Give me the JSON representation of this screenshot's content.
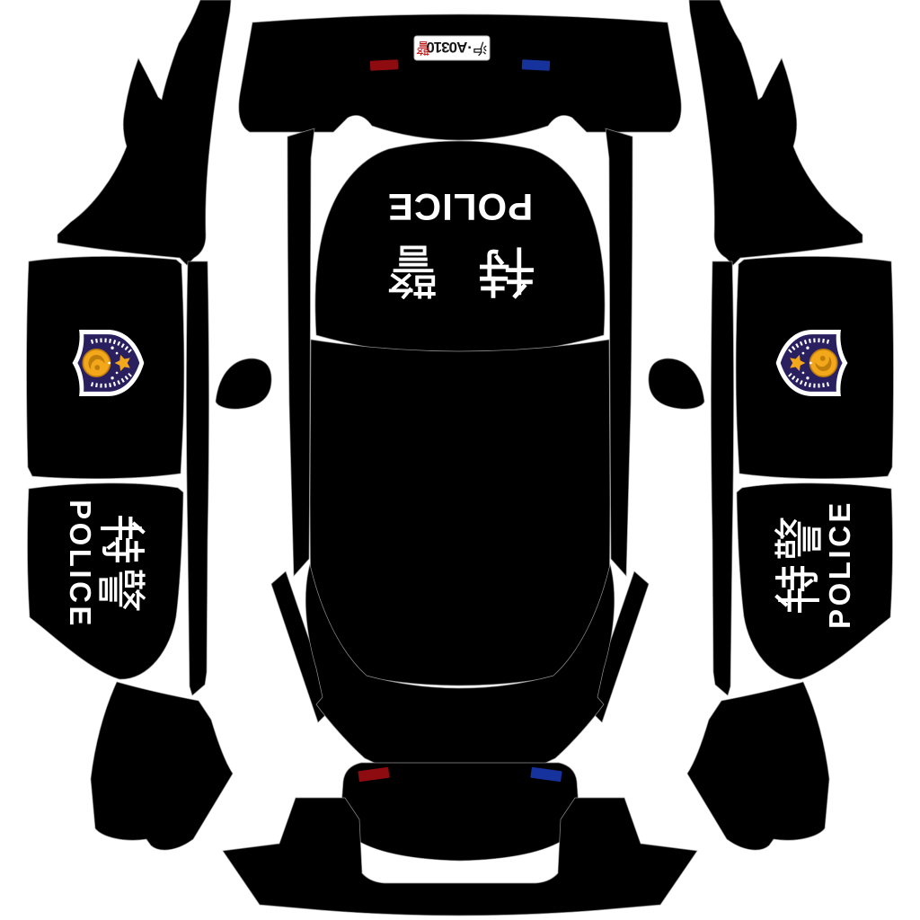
{
  "background_color": "#ffffff",
  "piece_color": "#000000",
  "hood": {
    "police_label": "POLICE",
    "swat_label": "特警"
  },
  "side_panel_left": {
    "swat_label": "特警",
    "police_label": "POLICE"
  },
  "side_panel_right": {
    "swat_label": "特警",
    "police_label": "POLICE"
  },
  "license_plate": {
    "full_text": "沪·A0310警",
    "province_hanzi": "沪",
    "serial": "·A0310",
    "police_hanzi": "警",
    "plate_color": "#ffffff",
    "serial_color": "#161616",
    "police_hanzi_color": "#c01818",
    "orientation": "upside-down"
  },
  "lights": {
    "rear_left_color": "#8e0b10",
    "rear_right_color": "#16339d",
    "front_left_color": "#8e0b10",
    "front_right_color": "#16339d"
  },
  "badge": {
    "name": "chinese-police-shield-emblem",
    "field_color": "#2a2060",
    "border_color": "#ffffff",
    "wreath_color": "#ffffff",
    "emblem_gold": "#f3a81c",
    "emblem_gold_dark": "#bf7d0a",
    "star_gold": "#f3a81c"
  }
}
